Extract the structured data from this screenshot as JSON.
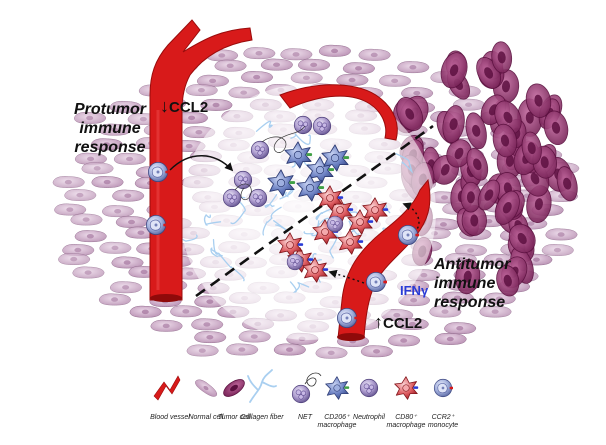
{
  "labels": {
    "protumor": [
      "Protumor",
      "immune",
      "response"
    ],
    "antitumor": [
      "Antitumor",
      "immune",
      "response"
    ],
    "ccl2_top": "CCL2",
    "ccl2_bottom": "CCL2",
    "ifn": "IFNγ"
  },
  "legend": [
    {
      "icon": "blood-vessel-icon",
      "label": "Blood vessel"
    },
    {
      "icon": "normal-cell-icon",
      "label": "Normal cell"
    },
    {
      "icon": "tumor-cell-icon",
      "label": "Tumor cell"
    },
    {
      "icon": "collagen-fiber-icon",
      "label": "Collagen fiber"
    },
    {
      "icon": "net-icon",
      "label": "NET"
    },
    {
      "icon": "cd206-macrophage-icon",
      "label": "CD206⁺ macrophage"
    },
    {
      "icon": "neutrophil-icon",
      "label": "Neutrophil"
    },
    {
      "icon": "cd80-macrophage-icon",
      "label": "CD80⁺ macrophage"
    },
    {
      "icon": "ccr2-monocyte-icon",
      "label": "CCR2⁺ monocyte"
    }
  ],
  "colors": {
    "vessel": "#d81a1a",
    "normal_cell": "#c9a3c4",
    "tumor_cell": "#8e2c6a",
    "collagen": "#a9cff0",
    "m2_macrophage": "#5e74b8",
    "m1_macrophage": "#d2383e",
    "monocyte": "#7f8fc4",
    "neutrophil": "#8d78b6",
    "ifn_text": "#2a3bd6"
  }
}
